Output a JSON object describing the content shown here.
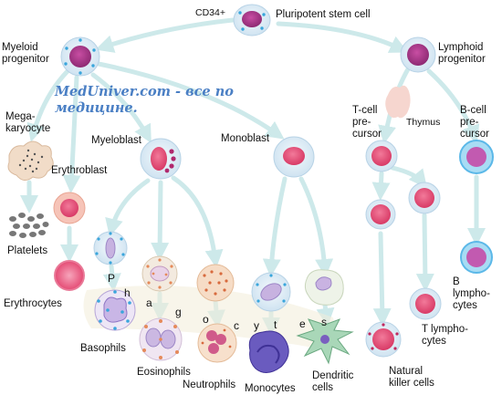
{
  "labels": {
    "cd34": "CD34+",
    "stem": "Pluripotent stem cell",
    "myeloid": "Myeloid\nprogenitor",
    "lymphoid": "Lymphoid\nprogenitor",
    "megakaryocyte": "Mega-\nkaryocyte",
    "erythroblast": "Erythroblast",
    "myeloblast": "Myeloblast",
    "monoblast": "Monoblast",
    "tcell_precursor": "T-cell\npre-\ncursor",
    "thymus": "Thymus",
    "bcell_precursor": "B-cell\npre-\ncursor",
    "platelets": "Platelets",
    "erythrocytes": "Erythrocytes",
    "basophils": "Basophils",
    "eosinophils": "Eosinophils",
    "neutrophils": "Neutrophils",
    "monocytes": "Monocytes",
    "dendritic": "Dendritic\ncells",
    "natural_killer": "Natural\nkiller cells",
    "t_lymphocytes": "T lympho-\ncytes",
    "b_lymphocytes": "B\nlympho-\ncytes"
  },
  "watermark": "MedUniver.com - все по\nмедицине.",
  "phagocytes_letters": [
    "P",
    "h",
    "a",
    "g",
    "o",
    "c",
    "y",
    "t",
    "e",
    "s"
  ],
  "colors": {
    "arrow": "#cde9ea",
    "cell_ring": "#d3e6f3",
    "nucleus_magenta": "#b33a8e",
    "nucleus_pink": "#e8507a",
    "rbc": "#e9567d",
    "eosinophil_grain": "#e58a5a",
    "watermark": "#4a7fc4",
    "bcell": "#5bb8e8"
  }
}
